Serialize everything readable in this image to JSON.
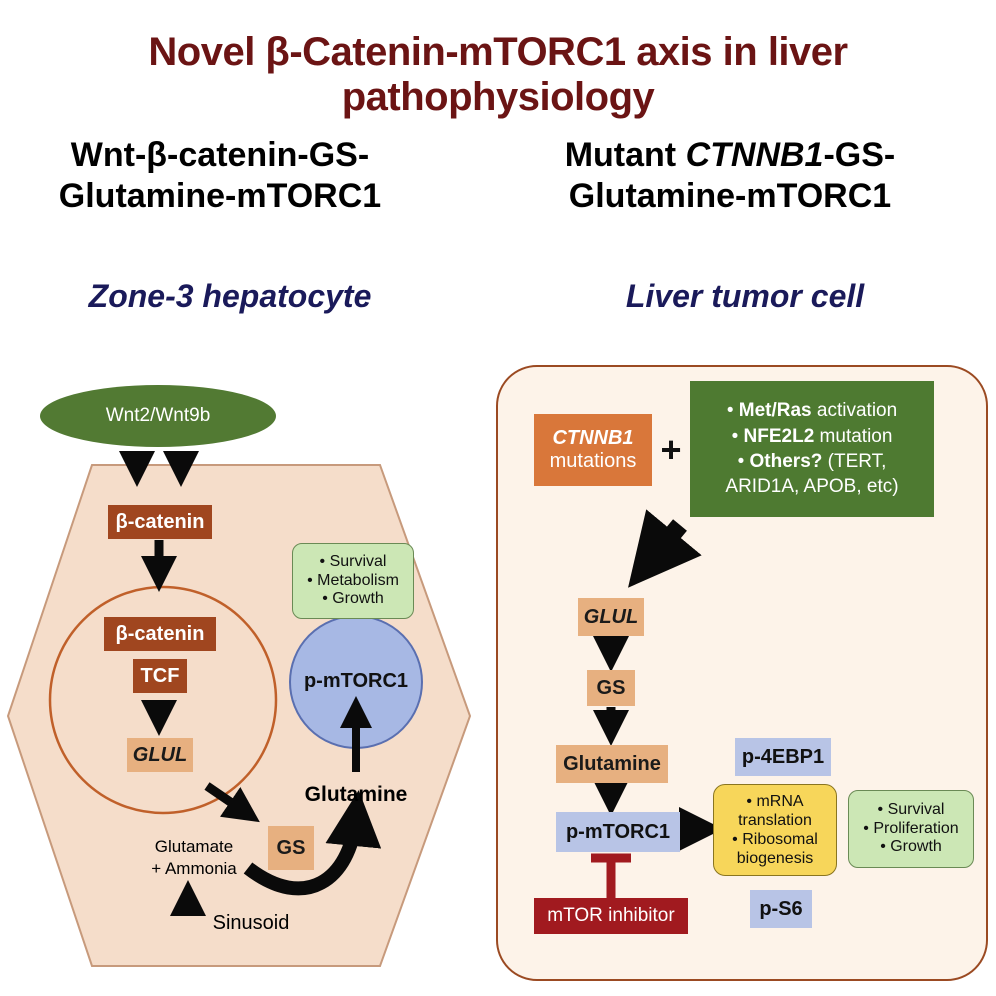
{
  "title": "Novel β-Catenin-mTORC1 axis in liver pathophysiology",
  "left": {
    "heading_line1": "Wnt-β-catenin-GS-",
    "heading_line2": "Glutamine-mTORC1",
    "cell_label": "Zone-3 hepatocyte",
    "wnt_label": "Wnt2/Wnt9b",
    "beta_catenin_cyto": "β-catenin",
    "beta_catenin_nuc": "β-catenin",
    "tcf": "TCF",
    "glul": "GLUL",
    "gs": "GS",
    "glutamine": "Glutamine",
    "glutamate_line1": "Glutamate",
    "glutamate_line2": "+ Ammonia",
    "sinusoid": "Sinusoid",
    "pmtorc1": "p-mTORC1",
    "outcomes": [
      "Survival",
      "Metabolism",
      "Growth"
    ]
  },
  "right": {
    "heading_line1_pre": "Mutant ",
    "heading_line1_gene": "CTNNB1",
    "heading_line1_post": "-GS-",
    "heading_line2": "Glutamine-mTORC1",
    "cell_label": "Liver tumor cell",
    "ctnnb1_gene": "CTNNB1",
    "ctnnb1_word": "mutations",
    "plus": "+",
    "cofactors": [
      {
        "bold": "Met/Ras",
        "rest": " activation"
      },
      {
        "bold": "NFE2L2",
        "rest": " mutation"
      },
      {
        "bold": "Others?",
        "rest": " (TERT,"
      }
    ],
    "cofactors_tail": "ARID1A, APOB, etc)",
    "glul": "GLUL",
    "gs": "GS",
    "glutamine": "Glutamine",
    "pmtorc1": "p-mTORC1",
    "p4ebp1": "p-4EBP1",
    "ps6": "p-S6",
    "inhibitor": "mTOR inhibitor",
    "translation_items": [
      "mRNA",
      "translation",
      "Ribosomal",
      "biogenesis"
    ],
    "outcomes": [
      "Survival",
      "Proliferation",
      "Growth"
    ]
  },
  "colors": {
    "title": "#6b1414",
    "cell_label": "#1a1a5a",
    "hexagon_fill": "#f5ddca",
    "hexagon_stroke": "#c79a7c",
    "nucleus_stroke": "#c0602a",
    "wnt_oval": "#527a33",
    "brown_box": "#a0461f",
    "peach_box": "#e7b080",
    "lavender_box": "#b8c4e6",
    "green_note": "#cce7b5",
    "yellow_note": "#f7d65a",
    "inhibitor": "#a11a1f",
    "tumor_cell_bg": "#fdf3e9",
    "tumor_cell_stroke": "#9b4a22",
    "cofactor_box": "#4e7a31",
    "ctnnb1_box": "#d9773a",
    "arrow": "#0a0a0a"
  }
}
